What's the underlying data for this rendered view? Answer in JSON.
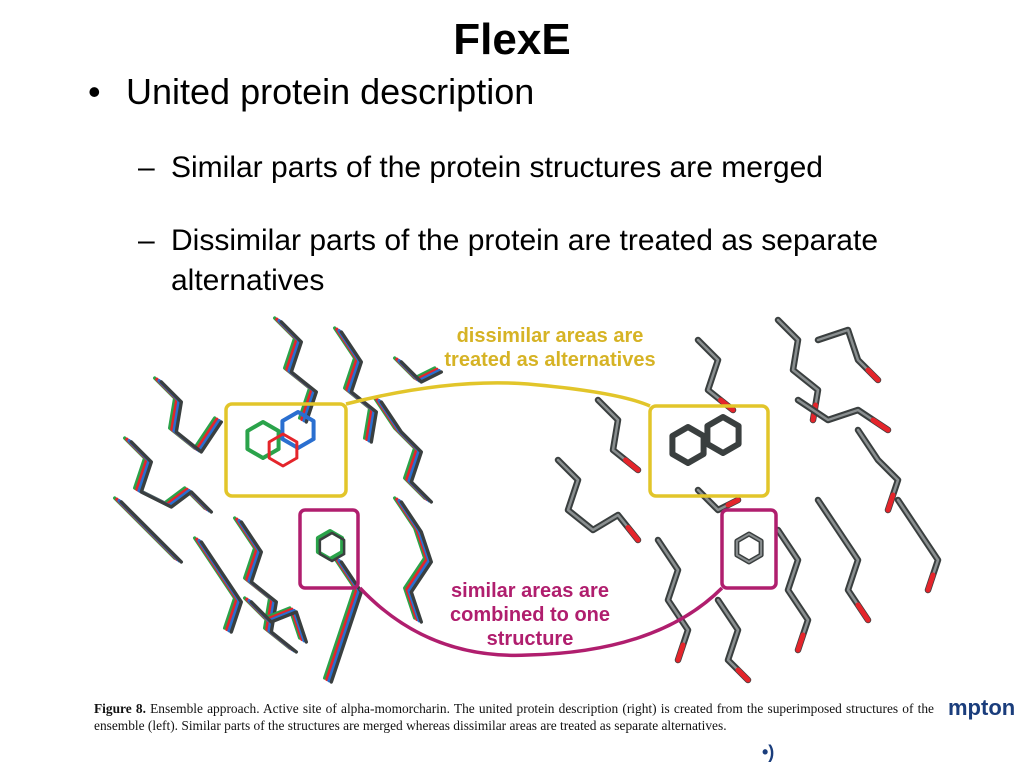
{
  "slide": {
    "title": "FlexE",
    "bullets": [
      {
        "marker": "•",
        "text": "United protein description"
      }
    ],
    "sub_bullets": [
      {
        "marker": "–",
        "text": "Similar parts of the protein structures are merged"
      },
      {
        "marker": "–",
        "text": "Dissimilar parts of the protein are treated as separate alternatives"
      }
    ]
  },
  "figure": {
    "annotation_dissimilar": [
      "dissimilar areas are",
      "treated as alternatives"
    ],
    "annotation_similar": [
      "similar areas are",
      "combined to one",
      "structure"
    ],
    "colors": {
      "dissimilar_box": "#e2c52a",
      "similar_box": "#b01e6e",
      "atom_red": "#e4252b",
      "atom_blue": "#2a6fd0",
      "atom_green": "#2aa34a",
      "atom_dark": "#3a3f3f",
      "atom_grey": "#8a8f90"
    },
    "caption_label": "Figure 8.",
    "caption_text": "Ensemble approach. Active site of alpha-momorcharin. The united protein description (right) is created from the superimposed structures of the ensemble (left). Similar parts of the structures are merged whereas dissimilar areas are treated as separate alternatives."
  },
  "logo": {
    "text": "mpton",
    "mark": "•)"
  }
}
